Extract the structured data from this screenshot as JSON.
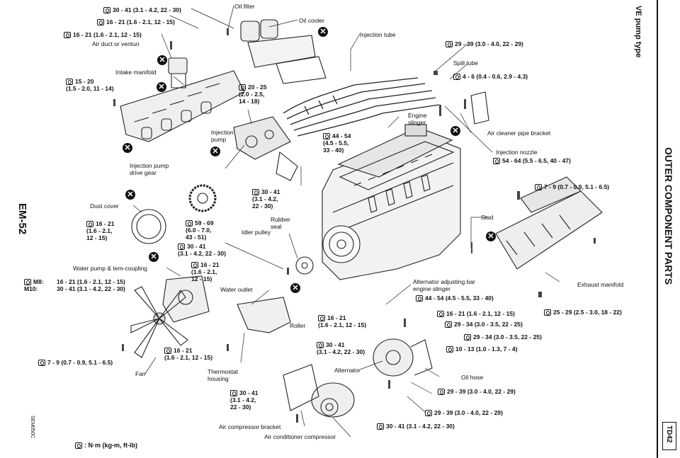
{
  "header": {
    "section_title": "OUTER COMPONENT PARTS",
    "subtitle": "VE pump type",
    "page_number": "EM-52",
    "model_box": "TD42",
    "figure_ref": "SEM050C"
  },
  "legend": {
    "text": "N·m (kg-m, ft-lb)"
  },
  "labels": {
    "oil_filter": "Oil filter",
    "oil_cooler": "Oil cooler",
    "injection_tube": "Injection tube",
    "spill_tube": "Spill tube",
    "air_duct": "Air duct or venturi",
    "intake_manifold": "Intake manifold",
    "injection_pump": "Injection\npump",
    "engine_slinger": "Engine\nslinger",
    "air_cleaner_bracket": "Air cleaner pipe bracket",
    "injection_nozzle": "Injection nozzle",
    "injection_pump_drive_gear": "Injection pump\ndrive gear",
    "dust_cover": "Dust cover",
    "rubber_seal": "Rubber\nseal",
    "idler_pulley": "Idler pulley",
    "stud": "Stud",
    "water_pump": "Water pump & tem-coupling",
    "water_outlet": "Water outlet",
    "exhaust_manifold": "Exhaust manifold",
    "alt_adjusting_bar": "Alternator adjusting bar\nengine slinger",
    "roller": "Roller",
    "alternator": "Alternator",
    "oil_hose": "Oil hose",
    "fan": "Fan",
    "thermostat_housing": "Thermostat\nhousing",
    "air_comp_bracket": "Air compressor bracket",
    "ac_compressor": "Air conditioner compressor"
  },
  "torques": {
    "t1": "30 - 41 (3.1 - 4.2, 22 - 30)",
    "t2": "16 - 21 (1.6 - 2.1, 12 - 15)",
    "t3": "16 - 21 (1.6 - 2.1, 12 - 15)",
    "t4": "15 - 20\n(1.5 - 2.0, 11 - 14)",
    "t5": "20 - 25\n(2.0 - 2.5,\n14 - 18)",
    "t6": "29 - 39 (3.0 - 4.0, 22 - 29)",
    "t7": "4 - 6 (0.4 - 0.6, 2.9 - 4.3)",
    "t8": "44 - 54\n(4.5 - 5.5,\n33 - 40)",
    "t9": "54 - 64 (5.5 - 6.5, 40 - 47)",
    "t10": "30 - 41\n(3.1 - 4.2,\n22 - 30)",
    "t11": "7 - 9 (0.7 - 0.9, 5.1 - 6.5)",
    "t12": "16 - 21\n(1.6 - 2.1,\n12 - 15)",
    "t13": "59 - 69\n(6.0 - 7.0,\n43 - 51)",
    "t14": "30 - 41\n(3.1 - 4.2, 22 - 30)",
    "t15": "16 - 21\n(1.6 - 2.1,\n12 - 15)",
    "t16_prefix": "M8:\nM10:",
    "t16": "16 - 21 (1.6 - 2.1, 12 - 15)\n30 - 41 (3.1 - 4.2, 22 - 30)",
    "t17": "44 - 54 (4.5 - 5.5, 33 - 40)",
    "t18": "25 - 29 (2.5 - 3.0, 18 - 22)",
    "t19": "16 - 21\n(1.6 - 2.1, 12 - 15)",
    "t20": "16 - 21 (1.6 - 2.1, 12 - 15)",
    "t21": "29 - 34 (3.0 - 3.5, 22 - 25)",
    "t22": "29 - 34 (3.0 - 3.5, 22 - 25)",
    "t23": "30 - 41\n(3.1 - 4.2, 22 - 30)",
    "t24": "10 - 13 (1.0 - 1.3, 7 - 4)",
    "t25": "7 - 9 (0.7 - 0.9, 5.1 - 6.5)",
    "t26": "16 - 21\n(1.6 - 2.1, 12 - 15)",
    "t27": "29 - 39 (3.0 - 4.0, 22 - 29)",
    "t28": "30 - 41\n(3.1 - 4.2,\n22 - 30)",
    "t29": "29 - 39 (3.0 - 4.0, 22 - 29)",
    "t30": "30 - 41 (3.1 - 4.2, 22 - 30)"
  },
  "icons": {
    "torque": "wrench-torque-icon",
    "replace": "x-circle-icon"
  }
}
